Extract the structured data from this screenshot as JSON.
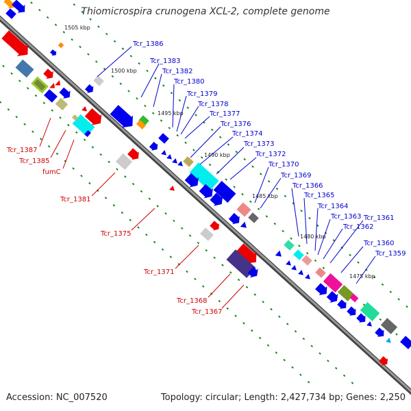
{
  "title": "Thiomicrospira crunogena XCL-2, complete genome",
  "footer": {
    "accession": "Accession: NC_007520",
    "summary": "Topology: circular; Length: 2,427,734 bp; Genes: 2,250"
  },
  "colors": {
    "upper_label": "#0000cc",
    "lower_label": "#cc0000",
    "axis": "#808080",
    "tick": "#118811"
  },
  "scale": [
    "1505 kbp",
    "1500 kbp",
    "1495 kbp",
    "1490 kbp",
    "1485 kbp",
    "1480 kbp",
    "1475 kbp"
  ],
  "upper_labels": [
    "Tcr_1386",
    "Tcr_1383",
    "Tcr_1382",
    "Tcr_1380",
    "Tcr_1379",
    "Tcr_1378",
    "Tcr_1377",
    "Tcr_1376",
    "Tcr_1374",
    "Tcr_1373",
    "Tcr_1372",
    "Tcr_1370",
    "Tcr_1369",
    "Tcr_1366",
    "Tcr_1365",
    "Tcr_1364",
    "Tcr_1363",
    "Tcr_1362",
    "Tcr_1361",
    "Tcr_1360",
    "Tcr_1359"
  ],
  "lower_labels": [
    "Tcr_1387",
    "Tcr_1385",
    "fumC",
    "Tcr_1381",
    "Tcr_1375",
    "Tcr_1371",
    "Tcr_1368",
    "Tcr_1367"
  ]
}
